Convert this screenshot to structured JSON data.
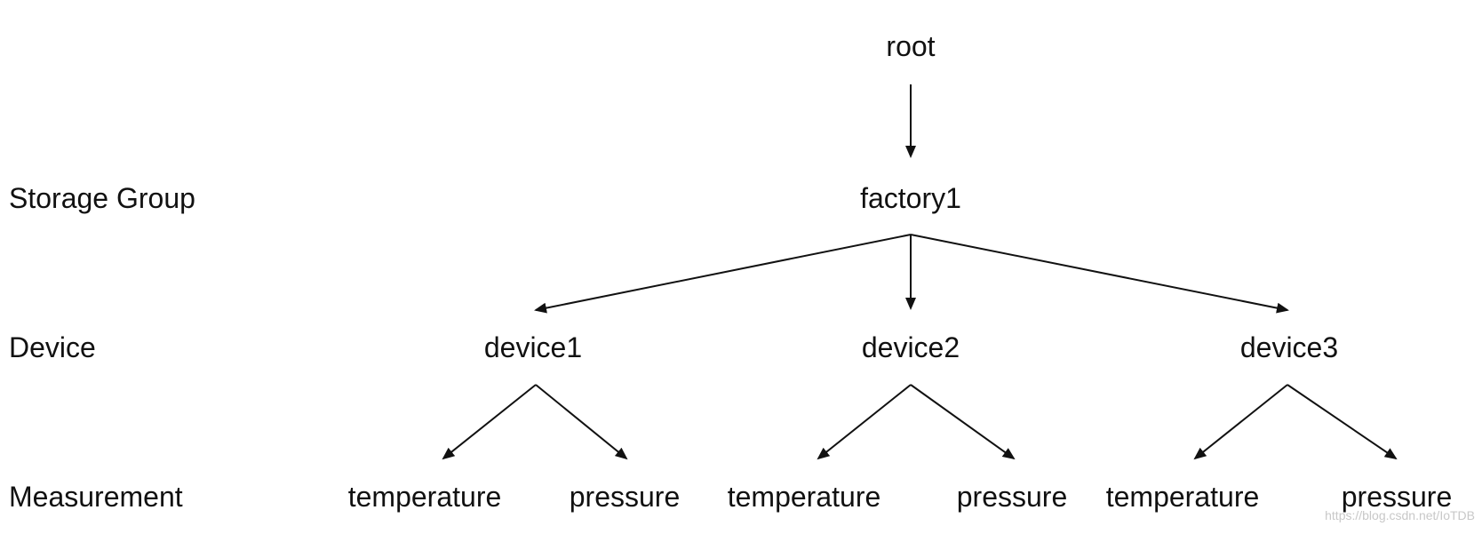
{
  "levels": {
    "storage_group": "Storage Group",
    "device": "Device",
    "measurement": "Measurement"
  },
  "nodes": {
    "root": "root",
    "factory": "factory1",
    "devices": [
      "device1",
      "device2",
      "device3"
    ],
    "measurements": [
      [
        "temperature",
        "pressure"
      ],
      [
        "temperature",
        "pressure"
      ],
      [
        "temperature",
        "pressure"
      ]
    ]
  },
  "edges": [
    [
      "root",
      "factory1"
    ],
    [
      "factory1",
      "device1"
    ],
    [
      "factory1",
      "device2"
    ],
    [
      "factory1",
      "device3"
    ],
    [
      "device1",
      "temperature"
    ],
    [
      "device1",
      "pressure"
    ],
    [
      "device2",
      "temperature"
    ],
    [
      "device2",
      "pressure"
    ],
    [
      "device3",
      "temperature"
    ],
    [
      "device3",
      "pressure"
    ]
  ],
  "watermark": "https://blog.csdn.net/IoTDB",
  "colors": {
    "line": "#111111",
    "text": "#111111",
    "watermark": "#c8c8c8"
  }
}
